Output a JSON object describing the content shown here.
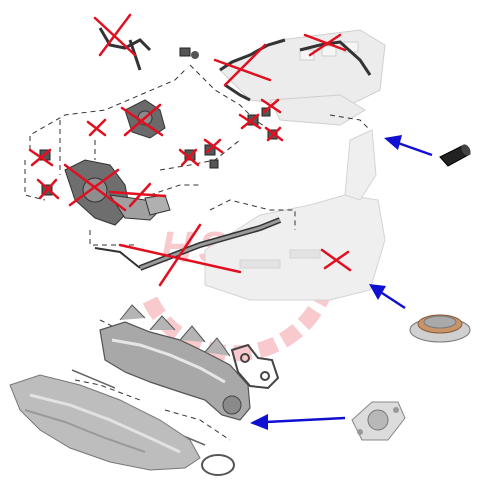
{
  "watermark": {
    "text": "HSP"
  },
  "colors": {
    "cross": "#e01020",
    "arrow": "#1010d0",
    "part_dark": "#5a5a5a",
    "part_mid": "#9a9a9a",
    "part_light": "#d8d8d8",
    "engine_ghost": "#e6e6e6",
    "leader": "#333333"
  },
  "arrows": [
    {
      "name": "arrow-to-hose-plug",
      "target": "rubber-plug"
    },
    {
      "name": "arrow-to-egr-blanking-plate",
      "target": "blanking-plate-round"
    },
    {
      "name": "arrow-to-manifold-blanking-plate",
      "target": "blanking-plate-flanged"
    }
  ]
}
